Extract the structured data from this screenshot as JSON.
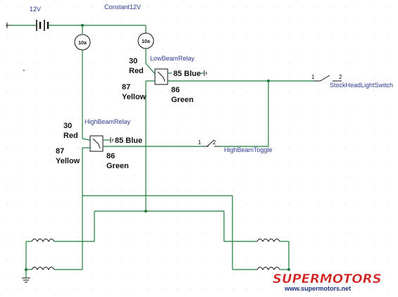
{
  "labels": {
    "battery": "12V",
    "constant": "Constant12V",
    "low_relay": "LowBeamRelay",
    "high_relay": "HighBeamRelay",
    "stock_switch": "StockHeadLightSwitch",
    "high_toggle": "HighBeamToggle",
    "fuse_value": "10a",
    "low_p30": "30",
    "low_p30_color": "Red",
    "low_p85": "85 Blue",
    "low_p87": "87",
    "low_p87_color": "Yellow",
    "low_p86": "86",
    "low_p86_color": "Green",
    "high_p30": "30",
    "high_p30_color": "Red",
    "high_p85": "85 Blue",
    "high_p87": "87",
    "high_p87_color": "Yellow",
    "high_p86": "86",
    "high_p86_color": "Green",
    "pin1_a": "1",
    "pin2_a": "2",
    "pin1_b": "1",
    "pin2_b": "2",
    "minus": "-"
  },
  "watermark": {
    "brand": "SUPERMOTORS",
    "url": "www.supermotors.net"
  },
  "colors": {
    "wire": "#1f7a3a",
    "component": "#111111",
    "label": "#2a3b8f",
    "watermark_red": "#d11f1f",
    "watermark_blue": "#1b2f7a"
  }
}
